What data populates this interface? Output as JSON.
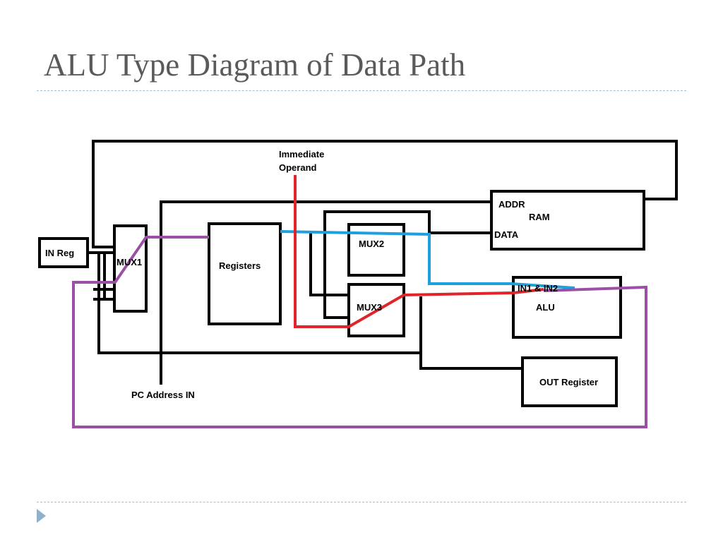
{
  "slide": {
    "title": "ALU Type Diagram of Data Path"
  },
  "diagram": {
    "labels": {
      "in_reg": "IN Reg",
      "mux1": "MUX1",
      "registers": "Registers",
      "immediate_operand_line1": "Immediate",
      "immediate_operand_line2": "Operand",
      "mux2": "MUX2",
      "mux3": "MUX3",
      "ram": "RAM",
      "addr": "ADDR",
      "data": "DATA",
      "alu": "ALU",
      "alu_top": "IN1 & IN2",
      "out_register": "OUT Register",
      "pc_address_in": "PC Address IN"
    },
    "colors": {
      "wire": "#000000",
      "blue_path": "#1ca0de",
      "red_path": "#e0252a",
      "purple_path": "#9b4fa5"
    }
  }
}
